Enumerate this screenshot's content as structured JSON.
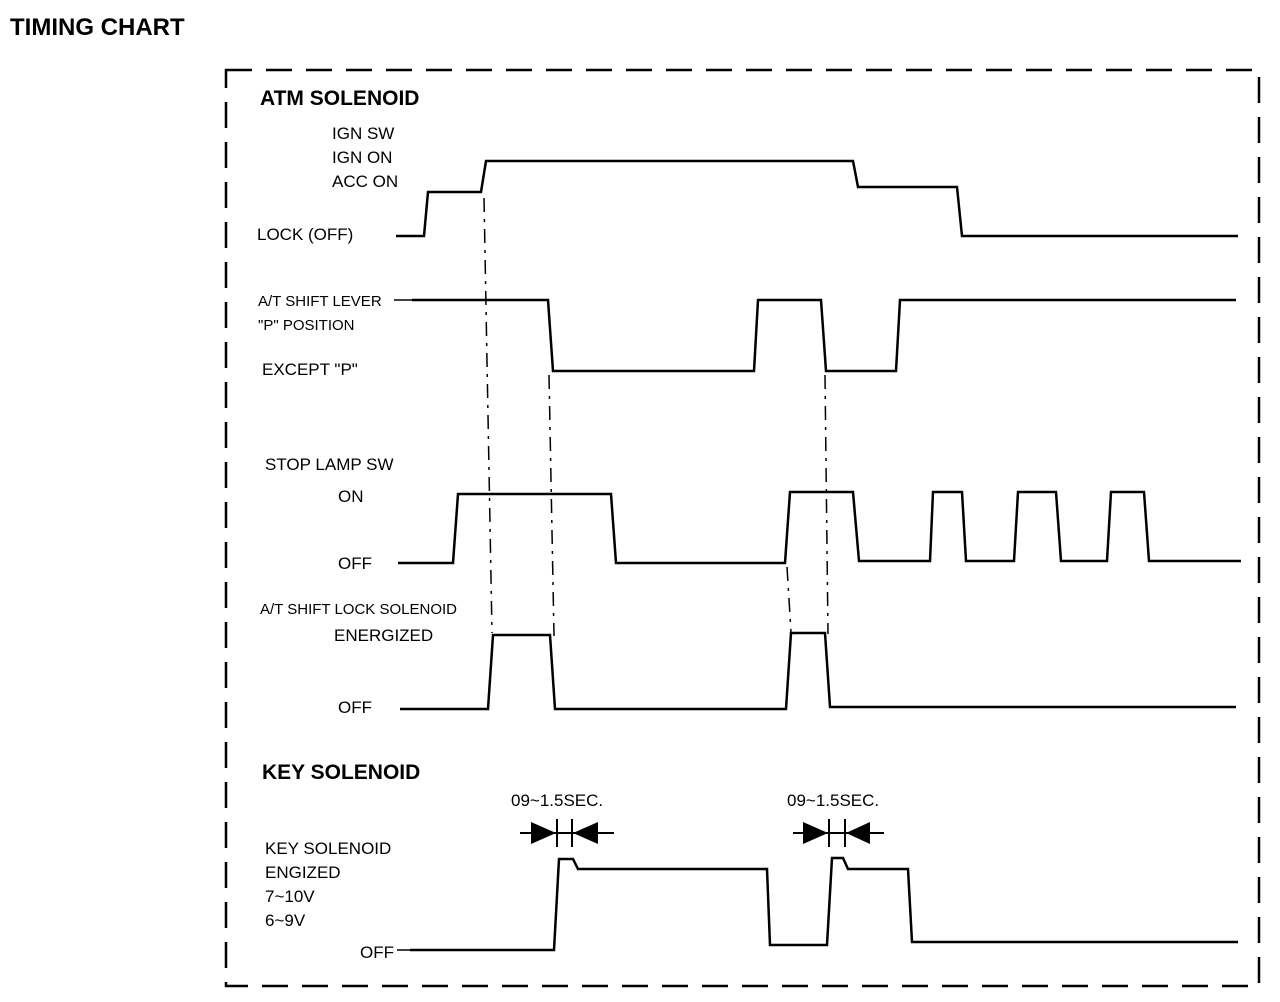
{
  "title": "TIMING CHART",
  "sections": {
    "atm": "ATM SOLENOID",
    "key": "KEY SOLENOID"
  },
  "ign": {
    "label1": "IGN SW",
    "label2": "IGN ON",
    "label3": "ACC ON",
    "label4": "LOCK (OFF)"
  },
  "shift_lever": {
    "label1": "A/T SHIFT LEVER",
    "label2": "\"P\" POSITION",
    "label3": "EXCEPT \"P\""
  },
  "stop_lamp": {
    "label1": "STOP LAMP SW",
    "label2": "ON",
    "label3": "OFF"
  },
  "shift_lock": {
    "label1": "A/T SHIFT LOCK SOLENOID",
    "label2": "ENERGIZED",
    "label3": "OFF"
  },
  "key_solenoid": {
    "dim1": "09~1.5SEC.",
    "dim2": "09~1.5SEC.",
    "label1": "KEY SOLENOID",
    "label2": "ENGIZED",
    "label3": "7~10V",
    "label4": "6~9V",
    "label5": "OFF"
  }
}
